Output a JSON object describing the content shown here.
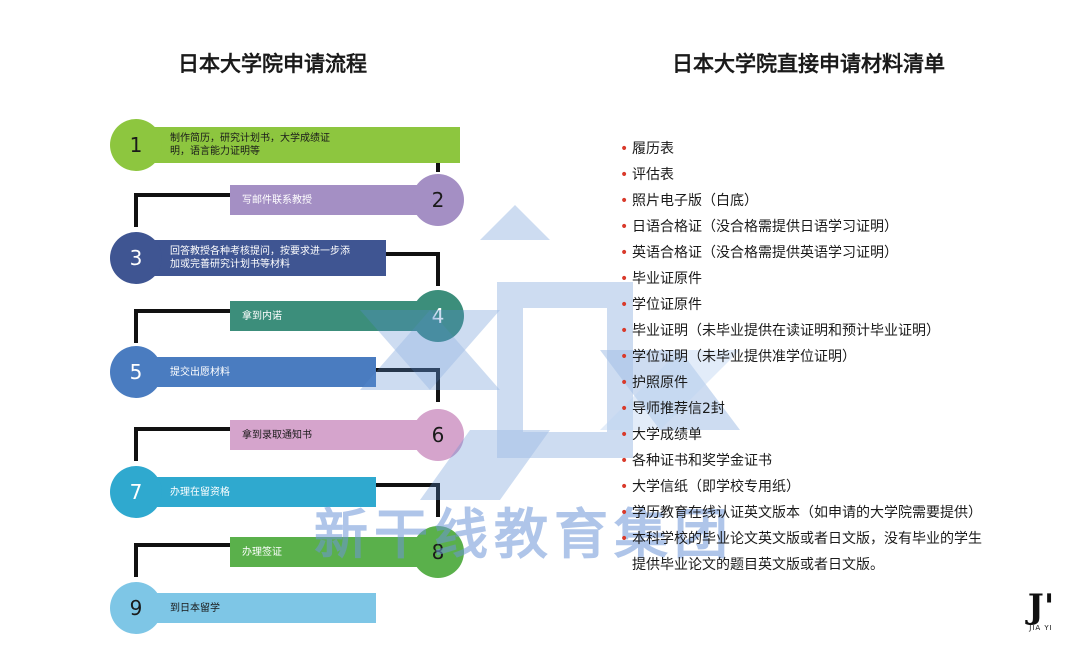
{
  "left_title": "日本大学院申请流程",
  "right_title": "日本大学院直接申请材料清单",
  "steps": [
    {
      "num": "1",
      "text": "制作简历，研究计划书，大学成绩证明，语言能力证明等",
      "color": "#8dc63f"
    },
    {
      "num": "2",
      "text": "写邮件联系教授",
      "color": "#a48fc4"
    },
    {
      "num": "3",
      "text": "回答教授各种考核提问，按要求进一步添加或完善研究计划书等材料",
      "color": "#3f5592"
    },
    {
      "num": "4",
      "text": "拿到内诺",
      "color": "#3c8e7b"
    },
    {
      "num": "5",
      "text": "提交出愿材料",
      "color": "#4a7cc0"
    },
    {
      "num": "6",
      "text": "拿到录取通知书",
      "color": "#d5a4cc"
    },
    {
      "num": "7",
      "text": "办理在留资格",
      "color": "#2fa9cf"
    },
    {
      "num": "8",
      "text": "办理签证",
      "color": "#5ab04b"
    },
    {
      "num": "9",
      "text": "到日本留学",
      "color": "#7ec6e6"
    }
  ],
  "materials": [
    "履历表",
    "评估表",
    "照片电子版（白底）",
    "日语合格证（没合格需提供日语学习证明）",
    "英语合格证（没合格需提供英语学习证明）",
    "毕业证原件",
    "学位证原件",
    "毕业证明（未毕业提供在读证明和预计毕业证明）",
    "学位证明（未毕业提供准学位证明）",
    "护照原件",
    "导师推荐信2封",
    "大学成绩单",
    "各种证书和奖学金证书",
    "大学信纸（即学校专用纸）",
    "学历教育在线认证英文版本（如申请的大学院需要提供）",
    "本科学校的毕业论文英文版或者日文版，没有毕业的学生提供毕业论文的题目英文版或者日文版。"
  ],
  "watermark_text": "新干线教育集团",
  "logo": {
    "mark": "J'",
    "text": "JIA YI"
  }
}
